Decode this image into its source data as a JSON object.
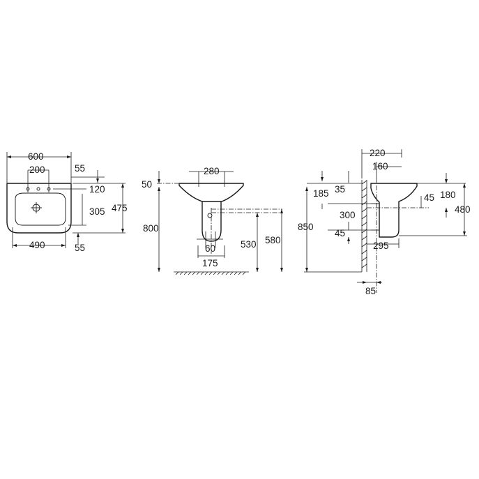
{
  "drawing": {
    "front_view": {
      "width": "600",
      "tap_spacing": "200",
      "top_offset": "55",
      "tap_height": "120",
      "inner_depth": "305",
      "depth": "475",
      "inner_width": "490",
      "bottom_offset": "55"
    },
    "pedestal_view": {
      "bowl_width": "280",
      "rim_offset": "50",
      "rim_height": "800",
      "waste_height": "530",
      "pedestal_height": "580",
      "trap_width": "60",
      "base_width": "175"
    },
    "side_view": {
      "projection": "220",
      "projection_inner": "160",
      "top_gap": "185",
      "rim_thickness": "35",
      "fixing_drop": "300",
      "fixing_gap": "45",
      "rim_height": "850",
      "rim_to_waste": "180",
      "waste_offset": "45",
      "overall_height": "480",
      "trap_depth": "295",
      "wall_offset": "85"
    }
  }
}
